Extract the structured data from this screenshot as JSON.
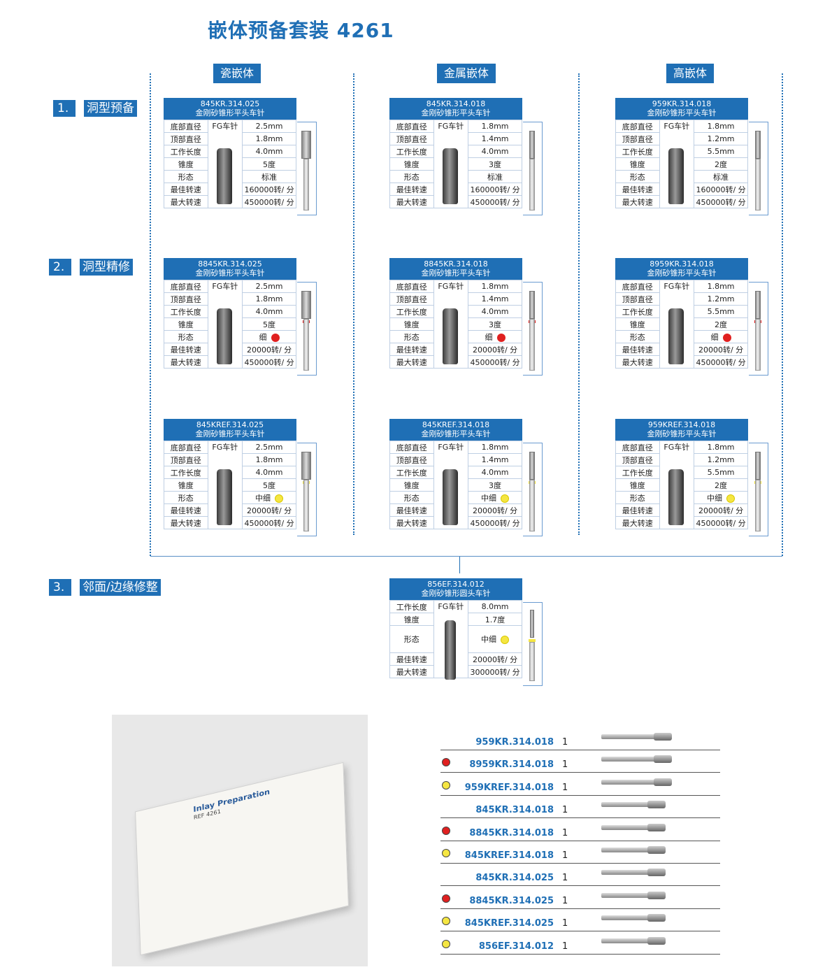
{
  "title": "嵌体预备套装 4261",
  "columns": [
    "瓷嵌体",
    "金属嵌体",
    "高嵌体"
  ],
  "sections": [
    {
      "num": "1.",
      "label": "洞型预备"
    },
    {
      "num": "2.",
      "label": "洞型精修"
    },
    {
      "num": "3.",
      "label": "邻面/边缘修整"
    }
  ],
  "fg_label": "FG车针",
  "field_names": [
    "底部直径",
    "顶部直径",
    "工作长度",
    "锥度",
    "形态",
    "最佳转速",
    "最大转速"
  ],
  "cards": [
    {
      "ref": "845KR.314.025",
      "desc": "金刚砂锥形平头车针",
      "values": [
        "2.5mm",
        "1.8mm",
        "4.0mm",
        "5度",
        "标准",
        "160000转/ 分",
        "450000转/ 分"
      ],
      "grit": "standard"
    },
    {
      "ref": "845KR.314.018",
      "desc": "金刚砂锥形平头车针",
      "values": [
        "1.8mm",
        "1.4mm",
        "4.0mm",
        "3度",
        "标准",
        "160000转/ 分",
        "450000转/ 分"
      ],
      "grit": "standard"
    },
    {
      "ref": "959KR.314.018",
      "desc": "金刚砂锥形平头车针",
      "values": [
        "1.8mm",
        "1.2mm",
        "5.5mm",
        "2度",
        "标准",
        "160000转/ 分",
        "450000转/ 分"
      ],
      "grit": "standard"
    },
    {
      "ref": "8845KR.314.025",
      "desc": "金刚砂锥形平头车针",
      "values": [
        "2.5mm",
        "1.8mm",
        "4.0mm",
        "5度",
        "细",
        "20000转/ 分",
        "450000转/ 分"
      ],
      "grit": "red"
    },
    {
      "ref": "8845KR.314.018",
      "desc": "金刚砂锥形平头车针",
      "values": [
        "1.8mm",
        "1.4mm",
        "4.0mm",
        "3度",
        "细",
        "20000转/ 分",
        "450000转/ 分"
      ],
      "grit": "red"
    },
    {
      "ref": "8959KR.314.018",
      "desc": "金刚砂锥形平头车针",
      "values": [
        "1.8mm",
        "1.2mm",
        "5.5mm",
        "2度",
        "细",
        "20000转/ 分",
        "450000转/ 分"
      ],
      "grit": "red"
    },
    {
      "ref": "845KREF.314.025",
      "desc": "金刚砂锥形平头车针",
      "values": [
        "2.5mm",
        "1.8mm",
        "4.0mm",
        "5度",
        "中细",
        "20000转/ 分",
        "450000转/ 分"
      ],
      "grit": "yellow"
    },
    {
      "ref": "845KREF.314.018",
      "desc": "金刚砂锥形平头车针",
      "values": [
        "1.8mm",
        "1.4mm",
        "4.0mm",
        "3度",
        "中细",
        "20000转/ 分",
        "450000转/ 分"
      ],
      "grit": "yellow"
    },
    {
      "ref": "959KREF.314.018",
      "desc": "金刚砂锥形平头车针",
      "values": [
        "1.8mm",
        "1.2mm",
        "5.5mm",
        "2度",
        "中细",
        "20000转/ 分",
        "450000转/ 分"
      ],
      "grit": "yellow"
    }
  ],
  "ef_card": {
    "ref": "856EF.314.012",
    "desc": "金刚砂锥形圆头车针",
    "fields": [
      "工作长度",
      "锥度",
      "形态",
      "最佳转速",
      "最大转速"
    ],
    "values": [
      "8.0mm",
      "1.7度",
      "中细",
      "20000转/ 分",
      "300000转/ 分"
    ],
    "grit": "yellow"
  },
  "kit_photo": {
    "box_label": "Inlay Preparation",
    "ref_label": "REF 4261"
  },
  "kit_list": [
    {
      "ref": "959KR.314.018",
      "qty": "1",
      "grit": "none"
    },
    {
      "ref": "8959KR.314.018",
      "qty": "1",
      "grit": "red"
    },
    {
      "ref": "959KREF.314.018",
      "qty": "1",
      "grit": "yellow"
    },
    {
      "ref": "845KR.314.018",
      "qty": "1",
      "grit": "none"
    },
    {
      "ref": "8845KR.314.018",
      "qty": "1",
      "grit": "red"
    },
    {
      "ref": "845KREF.314.018",
      "qty": "1",
      "grit": "yellow"
    },
    {
      "ref": "845KR.314.025",
      "qty": "1",
      "grit": "none"
    },
    {
      "ref": "8845KR.314.025",
      "qty": "1",
      "grit": "red"
    },
    {
      "ref": "845KREF.314.025",
      "qty": "1",
      "grit": "yellow"
    },
    {
      "ref": "856EF.314.012",
      "qty": "1",
      "grit": "yellow"
    }
  ],
  "colors": {
    "brand_blue": "#1f6fb5",
    "grit_red": "#e02020",
    "grit_yellow": "#f5e642"
  }
}
